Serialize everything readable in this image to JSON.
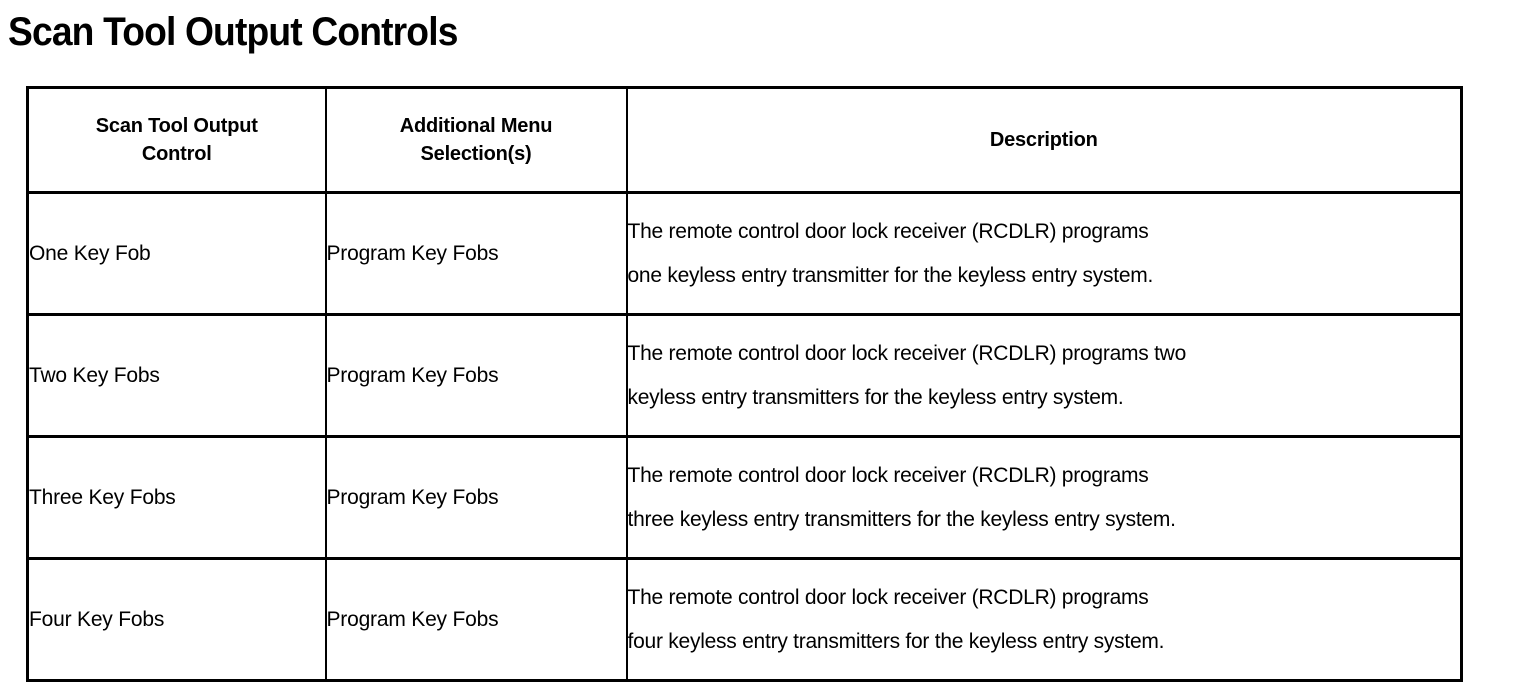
{
  "page": {
    "title": "Scan Tool Output Controls"
  },
  "table": {
    "headers": {
      "control_line1": "Scan Tool Output",
      "control_line2": "Control",
      "menu_line1": "Additional Menu",
      "menu_line2": "Selection(s)",
      "description": "Description"
    },
    "rows": [
      {
        "control": "One Key Fob",
        "menu": "Program Key Fobs",
        "desc_line1": "The remote control door lock receiver (RCDLR) programs",
        "desc_line2": "one keyless entry transmitter for the keyless entry system."
      },
      {
        "control": "Two Key Fobs",
        "menu": "Program Key Fobs",
        "desc_line1": "The remote control door lock receiver (RCDLR) programs two",
        "desc_line2": "keyless entry transmitters for the keyless entry system."
      },
      {
        "control": "Three Key Fobs",
        "menu": "Program Key Fobs",
        "desc_line1": "The remote control door lock receiver (RCDLR) programs",
        "desc_line2": "three keyless entry transmitters for the keyless entry system."
      },
      {
        "control": "Four Key Fobs",
        "menu": "Program Key Fobs",
        "desc_line1": "The remote control door lock receiver (RCDLR) programs",
        "desc_line2": "four keyless entry transmitters for the keyless entry system."
      }
    ]
  },
  "colors": {
    "text": "#000000",
    "background": "#ffffff",
    "border": "#000000"
  }
}
